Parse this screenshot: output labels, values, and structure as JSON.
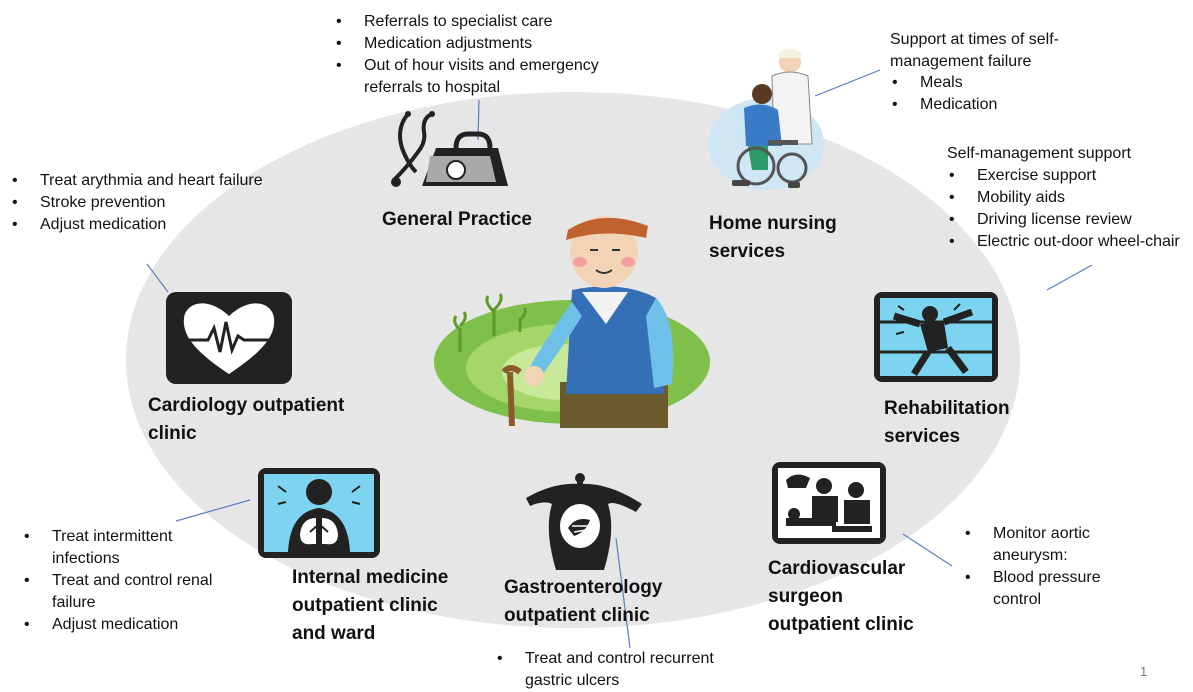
{
  "labels": {
    "general_practice": "General Practice",
    "home_nursing_1": "Home nursing",
    "home_nursing_2": "services",
    "cardiology_1": "Cardiology outpatient",
    "cardiology_2": "clinic",
    "rehab_1": "Rehabilitation",
    "rehab_2": "services",
    "internal_1": "Internal medicine",
    "internal_2": "outpatient clinic",
    "internal_3": "and ward",
    "gastro_1": "Gastroenterology",
    "gastro_2": "outpatient clinic",
    "cardiovascular_1": "Cardiovascular",
    "cardiovascular_2": "surgeon",
    "cardiovascular_3": "outpatient clinic"
  },
  "notes": {
    "gp": [
      "Referrals to specialist care",
      "Medication adjustments",
      "Out of hour visits and emergency",
      "referrals to hospital"
    ],
    "home_nursing_title_1": "Support at times of self-",
    "home_nursing_title_2": "management failure",
    "home_nursing": [
      "Meals",
      "Medication"
    ],
    "rehab_title": "Self-management support",
    "rehab": [
      "Exercise support",
      "Mobility aids",
      "Driving license review",
      "Electric out-door wheel-chair"
    ],
    "cardiology": [
      "Treat arythmia and heart failure",
      "Stroke prevention",
      "Adjust medication"
    ],
    "internal": [
      "Treat intermittent",
      "infections",
      "Treat and control renal",
      "failure",
      "Adjust medication"
    ],
    "cardiovascular": [
      "Monitor aortic",
      "aneurysm:",
      "Blood pressure",
      "control"
    ],
    "gastro": [
      "Treat and control recurrent",
      "gastric ulcers"
    ]
  },
  "page_number": "1"
}
